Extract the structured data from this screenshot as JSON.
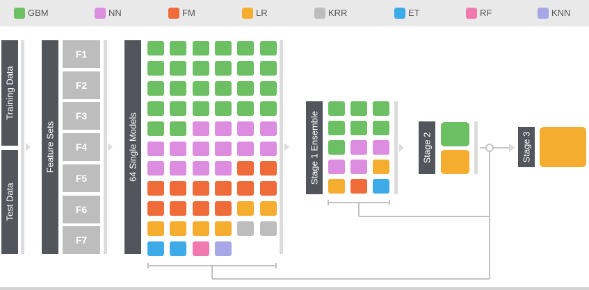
{
  "legend": {
    "items": [
      {
        "key": "gbm",
        "label": "GBM",
        "color": "#6cbf62"
      },
      {
        "key": "nn",
        "label": "NN",
        "color": "#dc8de0"
      },
      {
        "key": "fm",
        "label": "FM",
        "color": "#ef6b3a"
      },
      {
        "key": "lr",
        "label": "LR",
        "color": "#f5ad2f"
      },
      {
        "key": "krr",
        "label": "KRR",
        "color": "#bdbdbd"
      },
      {
        "key": "et",
        "label": "ET",
        "color": "#3dabe8"
      },
      {
        "key": "rf",
        "label": "RF",
        "color": "#f07ab0"
      },
      {
        "key": "knn",
        "label": "KNN",
        "color": "#a7a7e8"
      }
    ]
  },
  "data_panel": {
    "training_label": "Training Data",
    "test_label": "Test Data"
  },
  "feature_panel": {
    "title": "Feature Sets",
    "sets": [
      "F1",
      "F2",
      "F3",
      "F4",
      "F5",
      "F6",
      "F7"
    ]
  },
  "single_models": {
    "title": "64 Single Models",
    "rows": [
      [
        "gbm",
        "gbm",
        "gbm",
        "gbm",
        "gbm",
        "gbm"
      ],
      [
        "gbm",
        "gbm",
        "gbm",
        "gbm",
        "gbm",
        "gbm"
      ],
      [
        "gbm",
        "gbm",
        "gbm",
        "gbm",
        "gbm",
        "gbm"
      ],
      [
        "gbm",
        "gbm",
        "gbm",
        "gbm",
        "gbm",
        "gbm"
      ],
      [
        "gbm",
        "gbm",
        "nn",
        "nn",
        "nn",
        "nn"
      ],
      [
        "nn",
        "nn",
        "nn",
        "nn",
        "nn",
        "nn"
      ],
      [
        "nn",
        "nn",
        "nn",
        "nn",
        "fm",
        "fm"
      ],
      [
        "fm",
        "fm",
        "fm",
        "fm",
        "fm",
        "fm"
      ],
      [
        "fm",
        "fm",
        "fm",
        "fm",
        "lr",
        "lr"
      ],
      [
        "lr",
        "lr",
        "lr",
        "lr",
        "krr",
        "krr"
      ],
      [
        "et",
        "et",
        "rf",
        "knn"
      ]
    ]
  },
  "stage1": {
    "title": "Stage 1 Ensemble",
    "rows": [
      [
        "gbm",
        "gbm",
        "gbm"
      ],
      [
        "gbm",
        "gbm",
        "gbm"
      ],
      [
        "gbm",
        "nn",
        "nn"
      ],
      [
        "nn",
        "nn",
        "lr"
      ],
      [
        "lr",
        "fm",
        "et"
      ]
    ]
  },
  "stage2": {
    "title": "Stage 2",
    "tiles": [
      "gbm",
      "lr"
    ]
  },
  "stage3": {
    "title": "Stage 3",
    "tiles": [
      "lr"
    ]
  }
}
